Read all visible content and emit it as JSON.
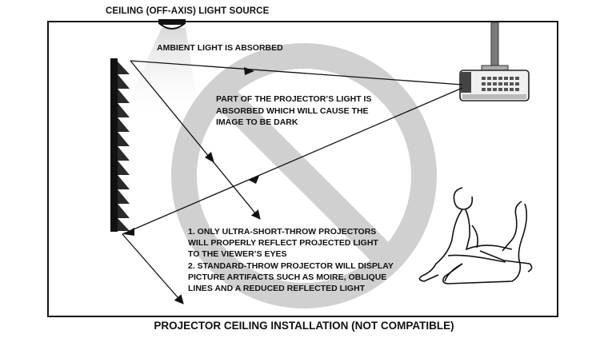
{
  "labels": {
    "light_source": "CEILING (OFF-AXIS) LIGHT SOURCE",
    "ambient": "AMBIENT LIGHT IS ABSORBED",
    "absorbed_lines": [
      "PART OF THE PROJECTOR’S LIGHT IS",
      "ABSORBED WHICH WILL CAUSE THE",
      "IMAGE TO BE DARK"
    ],
    "note_lines": [
      "1. ONLY ULTRA-SHORT-THROW PROJECTORS",
      "WILL PROPERLY REFLECT PROJECTED LIGHT",
      "TO THE VIEWER’S EYES",
      "2. STANDARD-THROW PROJECTOR WILL DISPLAY",
      "PICTURE ARTIFACTS SUCH AS MOIRE, OBLIQUE",
      "LINES AND A REDUCED REFLECTED LIGHT"
    ],
    "caption": "PROJECTOR CEILING INSTALLATION (NOT COMPATIBLE)"
  },
  "icons": [
    "ceiling-light-icon",
    "projector-icon",
    "seated-viewer-icon",
    "prohibition-sign-icon"
  ],
  "colors": {
    "ink": "#111111",
    "prohibition": "#c8c8c8",
    "light_cone": "#e6e6e6"
  }
}
